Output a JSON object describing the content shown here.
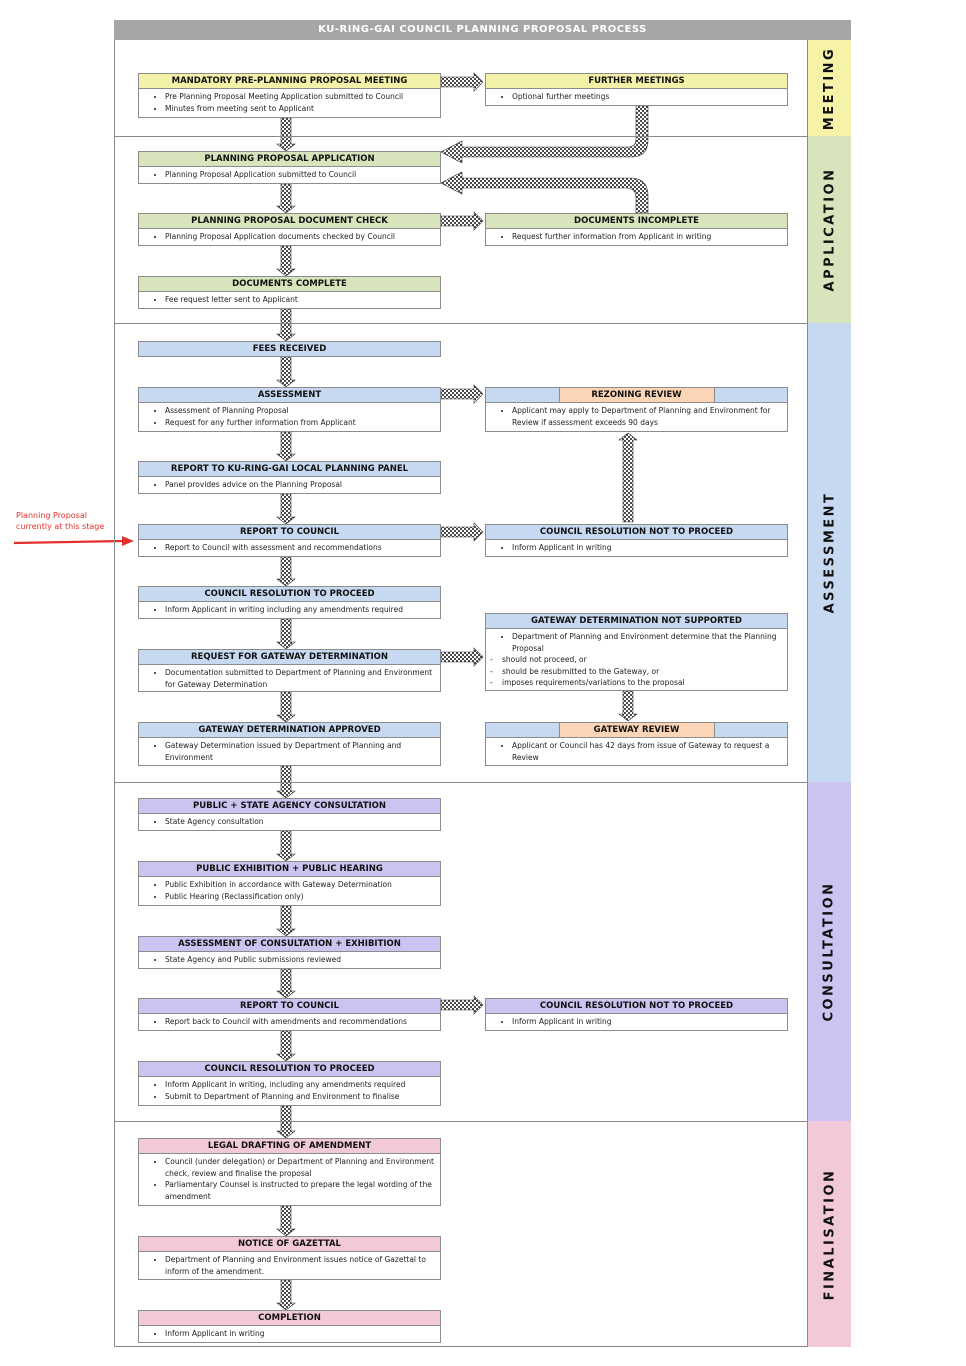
{
  "title": "KU-RING-GAI COUNCIL PLANNING PROPOSAL PROCESS",
  "stages": [
    "MEETING",
    "APPLICATION",
    "ASSESSMENT",
    "CONSULTATION",
    "FINALISATION"
  ],
  "colors": {
    "meeting": "#f6f3a9",
    "application": "#d8e5bc",
    "assessment": "#c6d9f0",
    "consultation": "#ccc3f0",
    "finalisation": "#f2c9d8",
    "review_header": "#fbd5b5",
    "annotation": "#e0312b"
  },
  "annotation": "Planning Proposal currently at this stage",
  "boxes": {
    "pre_meeting": {
      "title": "MANDATORY PRE-PLANNING PROPOSAL MEETING",
      "items": [
        "Pre Planning Proposal Meeting Application submitted to Council",
        "Minutes from meeting sent to Applicant"
      ]
    },
    "further_meetings": {
      "title": "FURTHER MEETINGS",
      "items": [
        "Optional further meetings"
      ]
    },
    "pp_application": {
      "title": "PLANNING PROPOSAL APPLICATION",
      "items": [
        "Planning Proposal Application submitted to Council"
      ]
    },
    "doc_check": {
      "title": "PLANNING PROPOSAL DOCUMENT CHECK",
      "items": [
        "Planning Proposal Application documents checked by Council"
      ]
    },
    "docs_incomplete": {
      "title": "DOCUMENTS INCOMPLETE",
      "items": [
        "Request further information from Applicant in writing"
      ]
    },
    "docs_complete": {
      "title": "DOCUMENTS COMPLETE",
      "items": [
        "Fee request letter sent to Applicant"
      ]
    },
    "fees_received": {
      "title": "FEES RECEIVED"
    },
    "assessment": {
      "title": "ASSESSMENT",
      "items": [
        "Assessment of Planning Proposal",
        "Request for any further information from Applicant"
      ]
    },
    "rezoning_review": {
      "title": "REZONING REVIEW",
      "items": [
        "Applicant may apply to Department of Planning and Environment for Review if assessment exceeds 90 days"
      ]
    },
    "panel_report": {
      "title": "REPORT TO KU-RING-GAI LOCAL PLANNING PANEL",
      "items": [
        "Panel provides advice on the Planning Proposal"
      ]
    },
    "report_council": {
      "title": "REPORT TO COUNCIL",
      "items": [
        "Report to Council with assessment and recommendations"
      ]
    },
    "resolution_not_proceed": {
      "title": "COUNCIL RESOLUTION NOT TO PROCEED",
      "items": [
        "Inform Applicant in writing"
      ]
    },
    "resolution_proceed": {
      "title": "COUNCIL RESOLUTION TO PROCEED",
      "items": [
        "Inform Applicant in writing including any amendments required"
      ]
    },
    "gateway_not_supported": {
      "title": "GATEWAY DETERMINATION NOT SUPPORTED",
      "items": [
        "Department of Planning and Environment determine that the Planning Proposal"
      ],
      "subitems": [
        "should not proceed, or",
        "should be resubmitted to the Gateway, or",
        "imposes requirements/variations to the proposal"
      ]
    },
    "request_gateway": {
      "title": "REQUEST FOR GATEWAY DETERMINATION",
      "items": [
        "Documentation submitted to Department of Planning and Environment for Gateway Determination"
      ]
    },
    "gateway_approved": {
      "title": "GATEWAY DETERMINATION APPROVED",
      "items": [
        "Gateway Determination issued by Department of Planning and Environment"
      ]
    },
    "gateway_review": {
      "title": "GATEWAY REVIEW",
      "items": [
        "Applicant or Council has 42 days from issue of Gateway to request a Review"
      ]
    },
    "agency_consultation": {
      "title": "PUBLIC + STATE AGENCY CONSULTATION",
      "items": [
        "State Agency consultation"
      ]
    },
    "exhibition": {
      "title": "PUBLIC EXHIBITION + PUBLIC HEARING",
      "items": [
        "Public Exhibition in accordance with Gateway Determination",
        "Public Hearing (Reclassification only)"
      ]
    },
    "consult_assessment": {
      "title": "ASSESSMENT OF CONSULTATION + EXHIBITION",
      "items": [
        "State Agency and Public submissions reviewed"
      ]
    },
    "report_council_2": {
      "title": "REPORT TO COUNCIL",
      "items": [
        "Report back to Council with amendments and recommendations"
      ]
    },
    "resolution_not_proceed_2": {
      "title": "COUNCIL RESOLUTION NOT TO PROCEED",
      "items": [
        "Inform Applicant in writing"
      ]
    },
    "resolution_proceed_2": {
      "title": "COUNCIL RESOLUTION TO PROCEED",
      "items": [
        "Inform Applicant in writing, including any amendments required",
        "Submit to Department of Planning and Environment to finalise"
      ]
    },
    "legal_drafting": {
      "title": "LEGAL DRAFTING OF AMENDMENT",
      "items": [
        "Council (under delegation) or Department of Planning and Environment check, review and finalise the proposal",
        "Parliamentary Counsel is instructed to prepare the legal wording of the amendment"
      ]
    },
    "gazettal": {
      "title": "NOTICE OF GAZETTAL",
      "items": [
        "Department of Planning and Environment issues notice of Gazettal to inform of the amendment."
      ]
    },
    "completion": {
      "title": "COMPLETION",
      "items": [
        "Inform Applicant in writing"
      ]
    }
  }
}
